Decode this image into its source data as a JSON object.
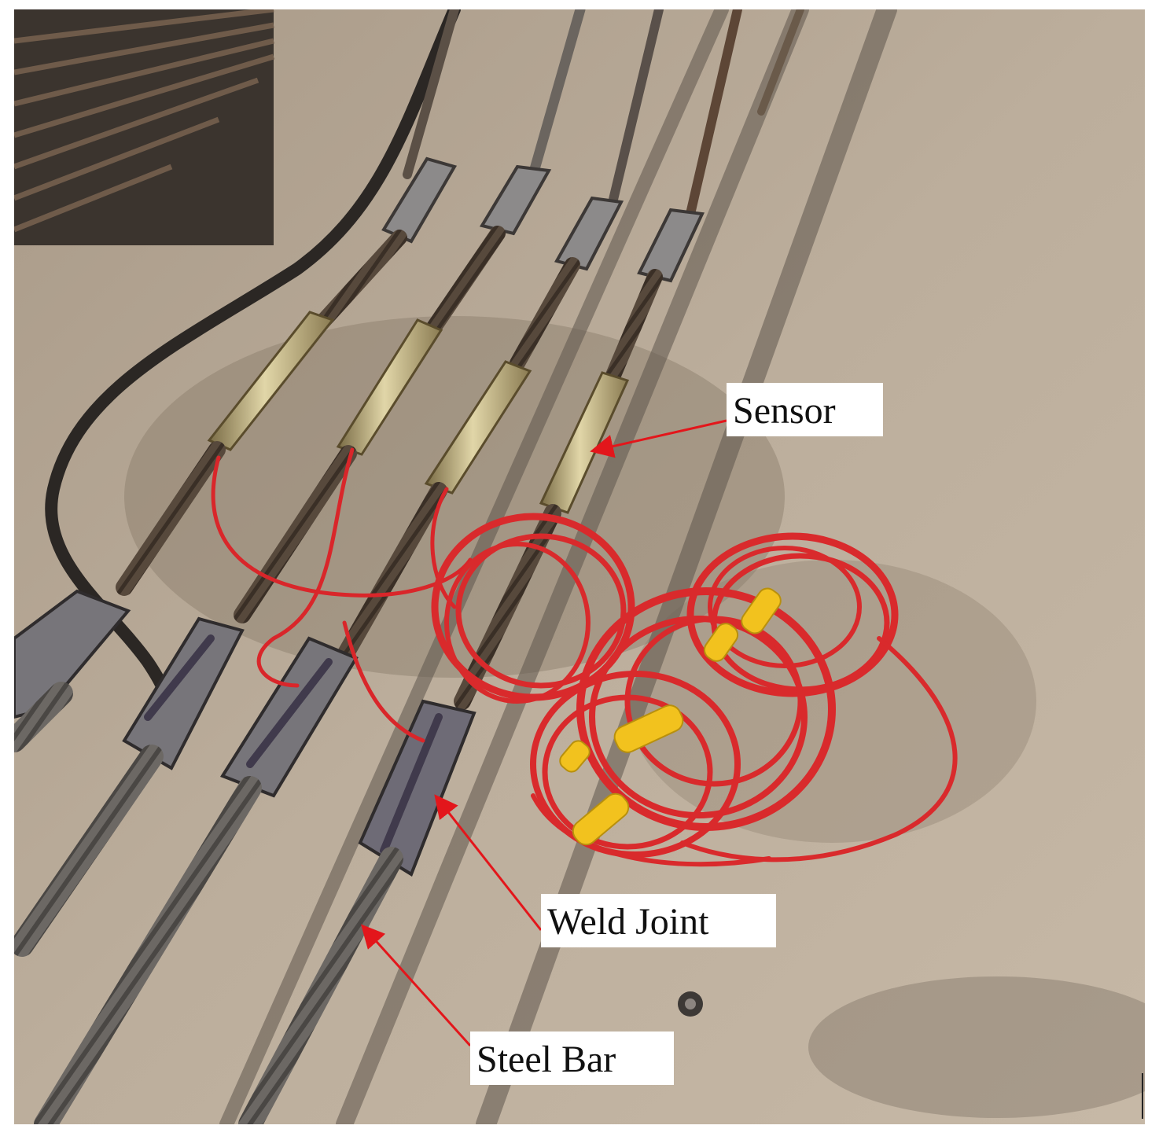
{
  "figure": {
    "labels": {
      "sensor": "Sensor",
      "weld_joint": "Weld Joint",
      "steel_bar": "Steel Bar"
    },
    "colors": {
      "ground": "#b9aa98",
      "ground_dark": "#7f7365",
      "rebar": "#4a4036",
      "rebar_light": "#6e6660",
      "sensor_sleeve": "#b8a878",
      "cable_red": "#d9262a",
      "cable_tag_yellow": "#f2c21e",
      "arrow_red": "#e3161b"
    }
  }
}
